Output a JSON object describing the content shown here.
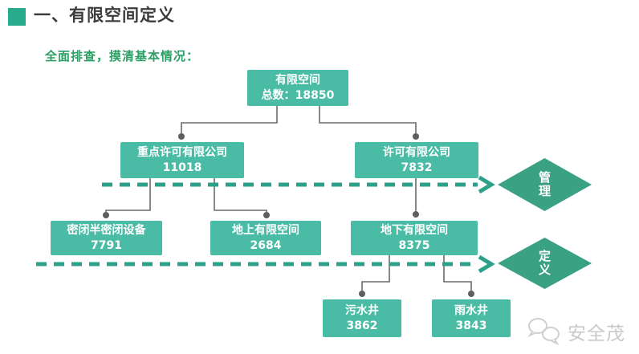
{
  "slide": {
    "title": "一、有限空间定义",
    "subtitle": "全面排查，摸清基本情况：",
    "watermark_brand": "安全茂"
  },
  "colors": {
    "node_fill": "#4abca6",
    "diamond_fill": "#3ba183",
    "dashed_arrow": "#2ca088",
    "connector_line": "#6b6b6b",
    "connector_dot": "#5f5f5f",
    "title_text": "#3c3c3c",
    "subtitle_text": "#2aa065",
    "bullet_square": "#28ab8d",
    "watermark_text": "#c9c9c9"
  },
  "diagram": {
    "root": {
      "name": "有限空间",
      "value_label": "总数：18850"
    },
    "level2": [
      {
        "name": "重点许可有限公司",
        "value": "11018"
      },
      {
        "name": "许可有限公司",
        "value": "7832"
      }
    ],
    "level3": [
      {
        "name": "密闭半密闭设备",
        "value": "7791"
      },
      {
        "name": "地上有限空间",
        "value": "2684"
      },
      {
        "name": "地下有限空间",
        "value": "8375"
      }
    ],
    "level4": [
      {
        "name": "污水井",
        "value": "3862"
      },
      {
        "name": "雨水井",
        "value": "3843"
      }
    ],
    "diamonds": [
      {
        "label": "管理"
      },
      {
        "label": "定义"
      }
    ]
  }
}
